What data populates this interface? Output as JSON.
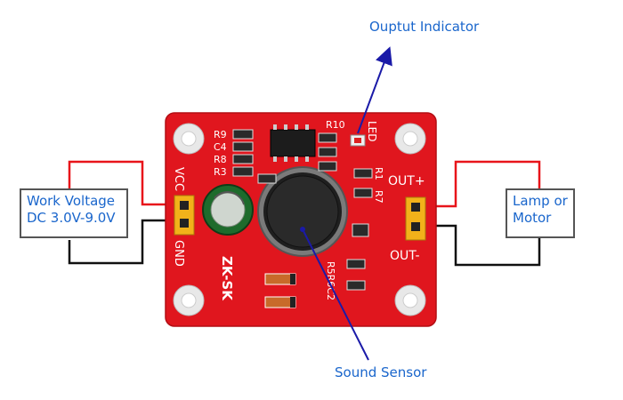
{
  "labels": {
    "output_indicator": "Ouptut Indicator",
    "sound_sensor": "Sound Sensor",
    "work_voltage_line1": "Work Voltage",
    "work_voltage_line2": "DC 3.0V-9.0V",
    "lamp_line1": "Lamp or",
    "lamp_line2": "Motor"
  },
  "board_silkscreen": {
    "vcc": "VCC",
    "gnd": "GND",
    "out_plus": "OUT+",
    "out_minus": "OUT-",
    "brand": "ZK-SK",
    "led": "LED",
    "r9": "R9",
    "c4": "C4",
    "r8": "R8",
    "r3": "R3",
    "r10": "R10",
    "r1": "R1",
    "r7": "R7",
    "r5r6c2": "R5R6C2"
  },
  "colors": {
    "board": "#e0161e",
    "wire_positive": "#e8141a",
    "wire_negative": "#111111",
    "arrow": "#1a1aa8",
    "label_text": "#1a66cc"
  }
}
